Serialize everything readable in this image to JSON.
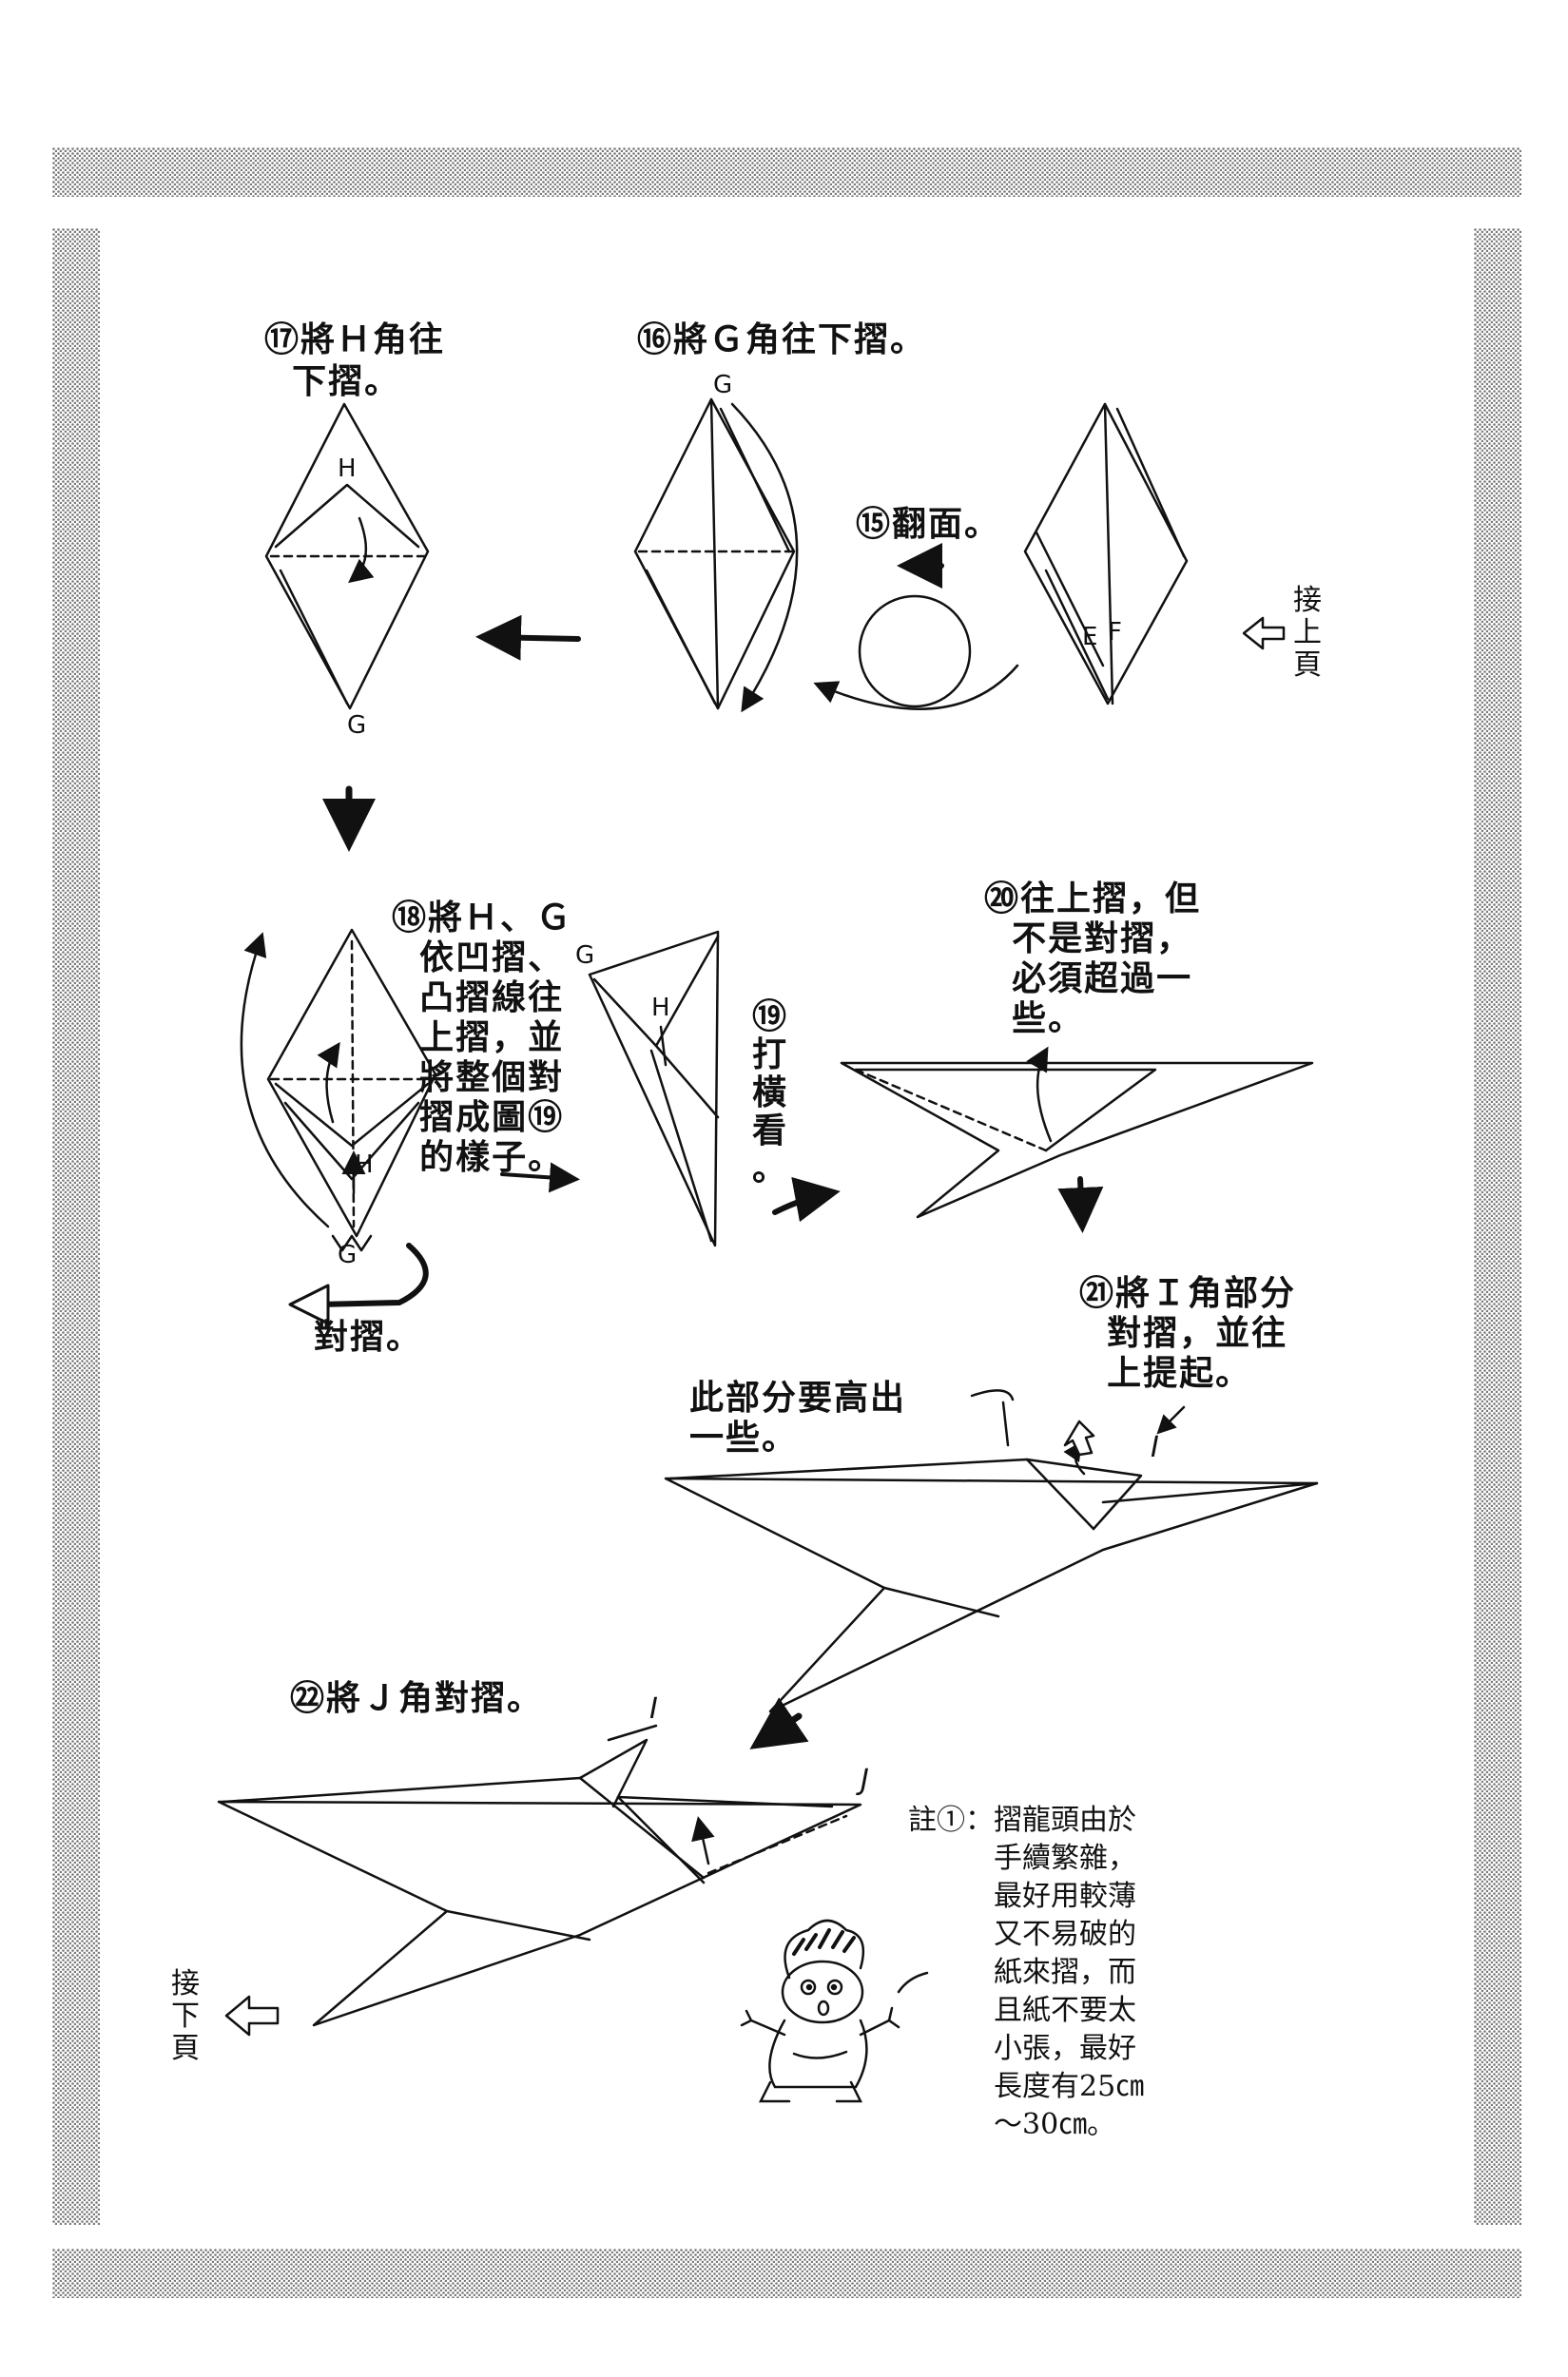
{
  "page": {
    "background": "#ffffff",
    "frame_color": "#9a9a9a",
    "ink": "#111111"
  },
  "nav": {
    "prev_page": "接上頁",
    "next_page": "接下頁",
    "prev_arrow_icon": "hollow-arrow-left-icon",
    "next_arrow_icon": "hollow-arrow-left-icon"
  },
  "steps": {
    "s15": "⑮翻面。",
    "s16": "⑯將Ｇ角往下摺。",
    "s17": "⑰將Ｈ角往\n  下摺。",
    "s18": "⑱將Ｈ、Ｇ\n  依凹摺、\n  凸摺線往\n  上摺，並\n  將整個對\n  摺成圖⑲\n  的樣子。",
    "s18_fold": "對摺。",
    "s19": "⑲\n打\n橫\n看\n。",
    "s20": "⑳往上摺，但\n  不是對摺，\n  必須超過一\n  些。",
    "s21": "㉑將Ｉ角部分\n  對摺，並往\n  上提起。",
    "s21_callout": "此部分要高出\n一些。",
    "s22": "㉒將Ｊ角對摺。"
  },
  "labels": {
    "G": "G",
    "H": "H",
    "E": "E",
    "F": "F",
    "I": "I",
    "J": "J"
  },
  "footnote": {
    "marker": "註①：",
    "text": "摺龍頭由於\n手續繁雜，\n最好用較薄\n又不易破的\n紙來摺，而\n且紙不要太\n小張，最好\n長度有25㎝\n～30㎝。"
  },
  "illustration": {
    "character": "cartoon-boy"
  }
}
